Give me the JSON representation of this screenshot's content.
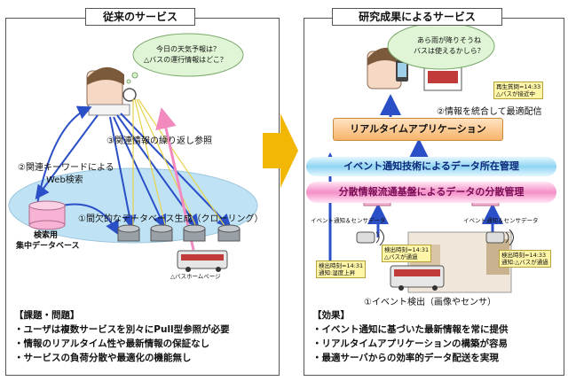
{
  "left": {
    "title": "従来のサービス",
    "thought": [
      "今日の天気予報は？",
      "△バスの運行情報はどこ？"
    ],
    "step3": "③関連情報の繰り返し参照",
    "step2": [
      "②関連キーワードによる",
      "Web検索"
    ],
    "step1": "①間欠的なデータベース生成（クローリング）",
    "db_label": [
      "検索用",
      "集中データベース"
    ],
    "bus_label": "△バスホームページ",
    "issues_title": "【課題・問題】",
    "issues": [
      "・ユーザは複数サービスを別々にPull型参照が必要",
      "・情報のリアルタイム性や最新情報の保証なし",
      "・サービスの負荷分散や最適化の機能無し"
    ]
  },
  "right": {
    "title": "研究成果によるサービス",
    "thought": [
      "あら雨が降りそうね",
      "バスは使えるかしら？"
    ],
    "phone_note": [
      "再生質問=14:33",
      "△バスが接近中"
    ],
    "step2": "②情報を統合して最適配信",
    "rt_app": "リアルタイムアプリケーション",
    "event_band": "イベント通知技術によるデータ所在管理",
    "dist_band": "分散情報流通基盤によるデータの分散管理",
    "sensor_label": "イベント通知＆センサデータ",
    "note_a": [
      "検出時刻=14:31",
      "△バスが通過"
    ],
    "note_b": [
      "検出時刻=14:31",
      "通知:湿度上昇"
    ],
    "note_c": [
      "検出時刻=14:33",
      "通知:△バスが通過"
    ],
    "step1": "①イベント検出（画像やセンサ）",
    "effects_title": "【効果】",
    "effects": [
      "・イベント通知に基づいた最新情報を常に提供",
      "・リアルタイムアプリケーションの構築が容易",
      "・最適サーバからの効率的データ配送を実現"
    ]
  },
  "colors": {
    "arrow_blue": "#2b4fc7",
    "arrow_pink": "#f28ac0",
    "cloud": "#bfe3f5",
    "db_pink": "#f7b3d3",
    "db_gray": "#9aa0a8",
    "big_arrow": "#f2b705"
  }
}
